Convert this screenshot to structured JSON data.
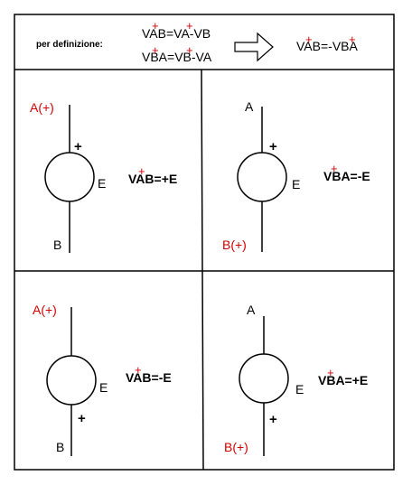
{
  "header": {
    "intro": "per definizione:",
    "eq1": "VAB=VA-VB",
    "eq2": "VBA=VB-VA",
    "result": "VAB=-VBA"
  },
  "panels": [
    {
      "top_label": "A(+)",
      "bottom_label": "B",
      "e_label": "E",
      "polarity": "+",
      "equation": "VAB=+E"
    },
    {
      "top_label": "A",
      "bottom_label": "B(+)",
      "e_label": "E",
      "polarity": "+",
      "equation": "VBA=-E"
    },
    {
      "top_label": "A(+)",
      "bottom_label": "B",
      "e_label": "E",
      "polarity": "+",
      "equation": "VAB=-E"
    },
    {
      "top_label": "A",
      "bottom_label": "B(+)",
      "e_label": "E",
      "polarity": "+",
      "equation": "VBA=+E"
    }
  ],
  "colors": {
    "terminal_positive": "#d40000",
    "line": "#000000"
  }
}
